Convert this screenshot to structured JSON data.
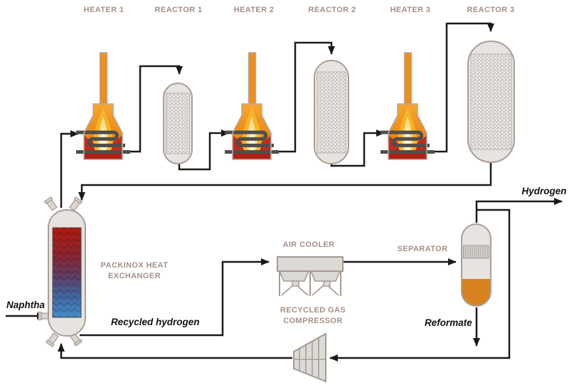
{
  "labels": {
    "heater1": "HEATER 1",
    "reactor1": "REACTOR 1",
    "heater2": "HEATER 2",
    "reactor2": "REACTOR 2",
    "heater3": "HEATER 3",
    "reactor3": "REACTOR 3",
    "packinox": {
      "line1": "PACKINOX HEAT",
      "line2": "EXCHANGER"
    },
    "air_cooler": "AIR COOLER",
    "separator": "SEPARATOR",
    "compressor": {
      "line1": "RECYCLED GAS",
      "line2": "COMPRESSOR"
    }
  },
  "streams": {
    "naphtha": "Naphtha",
    "hydrogen": "Hydrogen",
    "recycled_hydrogen": "Recycled hydrogen",
    "reformate": "Reformate"
  },
  "colors": {
    "equipment_label": "#a39187",
    "stream_label": "#121212",
    "flow_line": "#1a1a1a",
    "heater_orange": "#ef9220",
    "flame_yellow": "#f6b32c",
    "firebox_red": "#c5291a",
    "coil_gray": "#4f4e4c",
    "vessel_fill": "#e6e3e1",
    "vessel_border": "#a89f96",
    "hot_red": "#b01b10",
    "cold_blue": "#448cc8",
    "liquid_orange": "#d8821f",
    "cooler_fill": "#dcdad7",
    "cooler_border": "#a49b91"
  }
}
